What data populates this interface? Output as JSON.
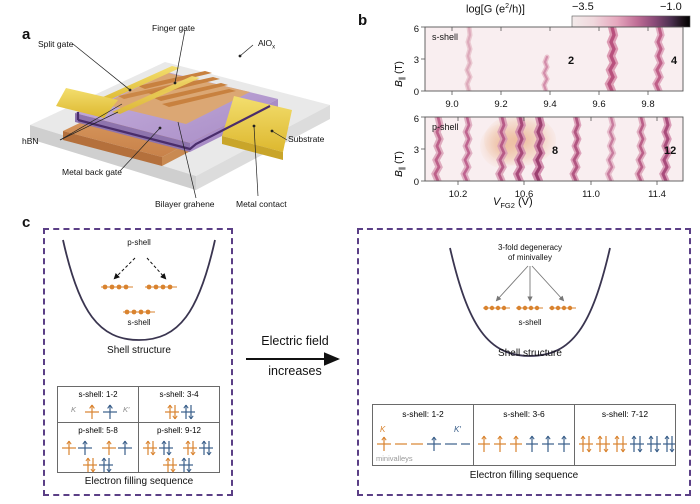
{
  "figure": {
    "panels": [
      "a",
      "b",
      "c"
    ]
  },
  "panel_a": {
    "letter": "a",
    "kind": "device-schematic",
    "labels": [
      {
        "id": "split-gate",
        "text": "Split gate"
      },
      {
        "id": "finger-gate",
        "text": "Finger gate"
      },
      {
        "id": "alox",
        "text": "AlO",
        "sub": "x"
      },
      {
        "id": "hbn",
        "text": "hBN"
      },
      {
        "id": "metal-back-gate",
        "text": "Metal back gate"
      },
      {
        "id": "bilayer-graphene",
        "text": "Bilayer grahene"
      },
      {
        "id": "metal-contact",
        "text": "Metal contact"
      },
      {
        "id": "substrate",
        "text": "Substrate"
      }
    ],
    "colors": {
      "substrate": "#d8d8d8",
      "gold": "#e8c84a",
      "purple": "#b79ed2",
      "orange": "#d89a5e",
      "outline": "#4a2d6b"
    }
  },
  "panel_b": {
    "letter": "b",
    "colorbar": {
      "title": "log[G (e",
      "title_sup": "2",
      "title_tail": "/h)]",
      "min_label": "−3.5",
      "max_label": "−1.0",
      "stops": [
        "#f2eaea",
        "#f0d8dd",
        "#e6a8be",
        "#c06e96",
        "#8a4a78",
        "#4b2f4f",
        "#1a1118",
        "#000000"
      ]
    },
    "ylabel": "B∥ (T)",
    "ylabel_main": "B",
    "ylabel_sub": "∥",
    "ylabel_unit": " (T)",
    "xlabel_main": "V",
    "xlabel_sub": "FG2",
    "xlabel_unit": " (V)",
    "subpanels": [
      {
        "id": "s-shell",
        "tag": "s-shell",
        "yticks": [
          "0",
          "3",
          "6"
        ],
        "xticks": [
          "9.0",
          "9.2",
          "9.4",
          "9.6",
          "9.8"
        ],
        "xlim": [
          8.9,
          9.95
        ],
        "ylim": [
          0,
          6
        ],
        "fill_numbers": [
          {
            "label": "2",
            "v": 9.42,
            "b": 3.0
          },
          {
            "label": "4",
            "v": 9.9,
            "b": 3.0
          }
        ],
        "conductance_lines": [
          {
            "v": 9.07,
            "strength": 0.3
          },
          {
            "v": 9.39,
            "strength": 0.4
          },
          {
            "v": 9.66,
            "strength": 0.95
          },
          {
            "v": 9.85,
            "strength": 0.85
          }
        ]
      },
      {
        "id": "p-shell",
        "tag": "p-shell",
        "yticks": [
          "0",
          "3",
          "6"
        ],
        "xticks": [
          "10.2",
          "10.6",
          "11.0",
          "11.4"
        ],
        "xlim": [
          10.05,
          11.6
        ],
        "ylim": [
          0,
          6
        ],
        "fill_numbers": [
          {
            "label": "8",
            "v": 10.8,
            "b": 3.0
          },
          {
            "label": "12",
            "v": 11.52,
            "b": 3.0
          }
        ],
        "conductance_lines": [
          {
            "v": 10.17,
            "strength": 0.85
          },
          {
            "v": 10.31,
            "strength": 0.8
          },
          {
            "v": 10.52,
            "strength": 0.8
          },
          {
            "v": 10.63,
            "strength": 0.9
          },
          {
            "v": 10.74,
            "strength": 0.95
          },
          {
            "v": 10.96,
            "strength": 0.85
          },
          {
            "v": 11.17,
            "strength": 0.6
          },
          {
            "v": 11.35,
            "strength": 0.7
          },
          {
            "v": 11.5,
            "strength": 0.9
          }
        ],
        "diffuse_patch": {
          "v0": 10.42,
          "v1": 10.82,
          "b0": 1.2,
          "b1": 6.0,
          "color": "#e8b598"
        }
      }
    ]
  },
  "panel_c": {
    "letter": "c",
    "arrow": {
      "line1": "Electric field",
      "line2": "increases"
    },
    "left": {
      "shell_caption": "Shell structure",
      "table_caption": "Electron filling sequence",
      "diagram_labels": [
        {
          "id": "p-shell-label",
          "text": "p-shell"
        },
        {
          "id": "s-shell-label",
          "text": "s-shell"
        }
      ],
      "table": [
        {
          "id": "cell-s-1-2",
          "header": "s-shell: 1-2",
          "k_left": "K",
          "k_right": "K′",
          "rows": [
            [
              {
                "c": "orange",
                "spin": "up"
              },
              {
                "c": "blue",
                "spin": "up"
              }
            ]
          ]
        },
        {
          "id": "cell-s-3-4",
          "header": "s-shell: 3-4",
          "rows": [
            [
              {
                "c": "orange",
                "spin": "updown"
              },
              {
                "c": "blue",
                "spin": "updown"
              }
            ]
          ]
        },
        {
          "id": "cell-p-5-8",
          "header": "p-shell: 5-8",
          "rows": [
            [
              {
                "c": "orange",
                "spin": "up"
              },
              {
                "c": "blue",
                "spin": "up"
              },
              {
                "c": "gap"
              },
              {
                "c": "orange",
                "spin": "up"
              },
              {
                "c": "blue",
                "spin": "up"
              }
            ],
            [
              {
                "c": "orange",
                "spin": "updown"
              },
              {
                "c": "blue",
                "spin": "updown"
              }
            ]
          ]
        },
        {
          "id": "cell-p-9-12",
          "header": "p-shell: 9-12",
          "rows": [
            [
              {
                "c": "orange",
                "spin": "updown"
              },
              {
                "c": "blue",
                "spin": "updown"
              },
              {
                "c": "gap"
              },
              {
                "c": "orange",
                "spin": "updown"
              },
              {
                "c": "blue",
                "spin": "updown"
              }
            ],
            [
              {
                "c": "orange",
                "spin": "updown"
              },
              {
                "c": "blue",
                "spin": "updown"
              }
            ]
          ]
        }
      ]
    },
    "right": {
      "shell_caption": "Shell structure",
      "table_caption": "Electron filling sequence",
      "diagram_labels": [
        {
          "id": "degeneracy-label-1",
          "text": "3-fold degeneracy"
        },
        {
          "id": "degeneracy-label-2",
          "text": "of minivalley"
        },
        {
          "id": "s-shell-label",
          "text": "s-shell"
        }
      ],
      "table": [
        {
          "id": "cell-s-1-2",
          "header": "s-shell: 1-2",
          "k_left": "K",
          "k_right": "K′",
          "minivalleys_label": "minivalleys",
          "levels": [
            {
              "c": "orange",
              "spin": "up"
            },
            {
              "c": "orange",
              "spin": "none"
            },
            {
              "c": "orange",
              "spin": "none"
            },
            {
              "c": "blue",
              "spin": "up"
            },
            {
              "c": "blue",
              "spin": "none"
            },
            {
              "c": "blue",
              "spin": "none"
            }
          ]
        },
        {
          "id": "cell-s-3-6",
          "header": "s-shell: 3-6",
          "levels": [
            {
              "c": "orange",
              "spin": "up"
            },
            {
              "c": "orange",
              "spin": "up"
            },
            {
              "c": "orange",
              "spin": "up"
            },
            {
              "c": "blue",
              "spin": "up"
            },
            {
              "c": "blue",
              "spin": "up"
            },
            {
              "c": "blue",
              "spin": "up"
            }
          ]
        },
        {
          "id": "cell-s-7-12",
          "header": "s-shell: 7-12",
          "levels": [
            {
              "c": "orange",
              "spin": "updown"
            },
            {
              "c": "orange",
              "spin": "updown"
            },
            {
              "c": "orange",
              "spin": "updown"
            },
            {
              "c": "blue",
              "spin": "updown"
            },
            {
              "c": "blue",
              "spin": "updown"
            },
            {
              "c": "blue",
              "spin": "updown"
            }
          ]
        }
      ]
    },
    "colors": {
      "dash_border": "#5b3f86",
      "orange": "#d9832f",
      "blue": "#3a5f8a",
      "parabola": "#3a3550",
      "table_border": "#6a6a6a"
    }
  }
}
